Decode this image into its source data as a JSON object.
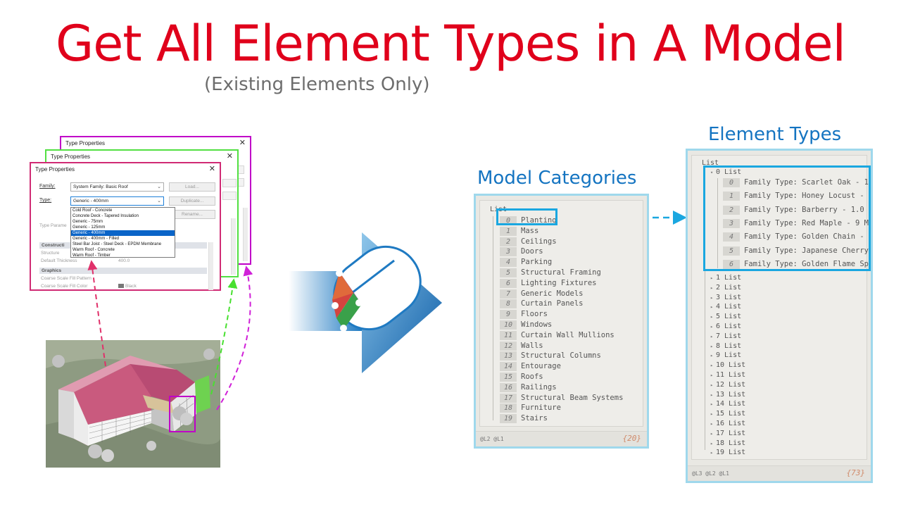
{
  "header": {
    "title": "Get All Element Types in A Model",
    "subtitle": "(Existing Elements Only)"
  },
  "colors": {
    "title": "#e0001b",
    "accent_blue": "#1474c1",
    "highlight": "#1aa7e0",
    "dialog_magenta": "#c000c8",
    "dialog_green": "#52e042",
    "dialog_red": "#d02b74"
  },
  "type_dialog": {
    "title": "Type Properties",
    "family_label": "Family:",
    "family_value": "System Family: Basic Roof",
    "type_label": "Type:",
    "type_value": "Generic - 400mm",
    "load_btn": "Load...",
    "duplicate_btn": "Duplicate...",
    "rename_btn": "Rename...",
    "type_params_label": "Type Parame",
    "options": [
      "Cold Roof - Concrete",
      "Concrete Deck - Tapered Insulation",
      "Generic - 75mm",
      "Generic - 125mm",
      "Generic - 400mm",
      "Generic - 400mm - Filled",
      "Steel Bar Joist - Steel Deck - EPDM Membrane",
      "Warm Roof - Concrete",
      "Warm Roof - Timber"
    ],
    "selected_option": "Generic - 400mm",
    "group_construction": "Constructi",
    "row_structure": "Structure",
    "row_default_thickness": "Default Thickness",
    "row_default_thickness_value": "400.0",
    "group_graphics": "Graphics",
    "row_coarse_pattern": "Coarse Scale Fill Pattern",
    "row_coarse_color": "Coarse Scale Fill Color",
    "row_coarse_color_value": "Black"
  },
  "model_categories": {
    "heading": "Model Categories",
    "list_label": "List",
    "items": [
      {
        "idx": "0",
        "name": "Planting"
      },
      {
        "idx": "1",
        "name": "Mass"
      },
      {
        "idx": "2",
        "name": "Ceilings"
      },
      {
        "idx": "3",
        "name": "Doors"
      },
      {
        "idx": "4",
        "name": "Parking"
      },
      {
        "idx": "5",
        "name": "Structural Framing"
      },
      {
        "idx": "6",
        "name": "Lighting Fixtures"
      },
      {
        "idx": "7",
        "name": "Generic Models"
      },
      {
        "idx": "8",
        "name": "Curtain Panels"
      },
      {
        "idx": "9",
        "name": "Floors"
      },
      {
        "idx": "10",
        "name": "Windows"
      },
      {
        "idx": "11",
        "name": "Curtain Wall Mullions"
      },
      {
        "idx": "12",
        "name": "Walls"
      },
      {
        "idx": "13",
        "name": "Structural Columns"
      },
      {
        "idx": "14",
        "name": "Entourage"
      },
      {
        "idx": "15",
        "name": "Roofs"
      },
      {
        "idx": "16",
        "name": "Railings"
      },
      {
        "idx": "17",
        "name": "Structural Beam Systems"
      },
      {
        "idx": "18",
        "name": "Furniture"
      },
      {
        "idx": "19",
        "name": "Stairs"
      }
    ],
    "levels": "@L2 @L1",
    "count": "{20}"
  },
  "element_types": {
    "heading": "Element Types",
    "list_label": "List",
    "first_group": "0 List",
    "items": [
      {
        "idx": "0",
        "name": "Family Type: Scarlet Oak - 1"
      },
      {
        "idx": "1",
        "name": "Family Type: Honey Locust -"
      },
      {
        "idx": "2",
        "name": "Family Type: Barberry - 1.0"
      },
      {
        "idx": "3",
        "name": "Family Type: Red Maple - 9 M"
      },
      {
        "idx": "4",
        "name": "Family Type: Golden Chain -"
      },
      {
        "idx": "5",
        "name": "Family Type: Japanese Cherry"
      },
      {
        "idx": "6",
        "name": "Family Type: Golden Flame Sp"
      }
    ],
    "collapsed": [
      "1 List",
      "2 List",
      "3 List",
      "4 List",
      "5 List",
      "6 List",
      "7 List",
      "8 List",
      "9 List",
      "10 List",
      "11 List",
      "12 List",
      "13 List",
      "14 List",
      "15 List",
      "16 List",
      "17 List",
      "18 List",
      "19 List"
    ],
    "levels": "@L3 @L2 @L1",
    "count": "{73}"
  }
}
